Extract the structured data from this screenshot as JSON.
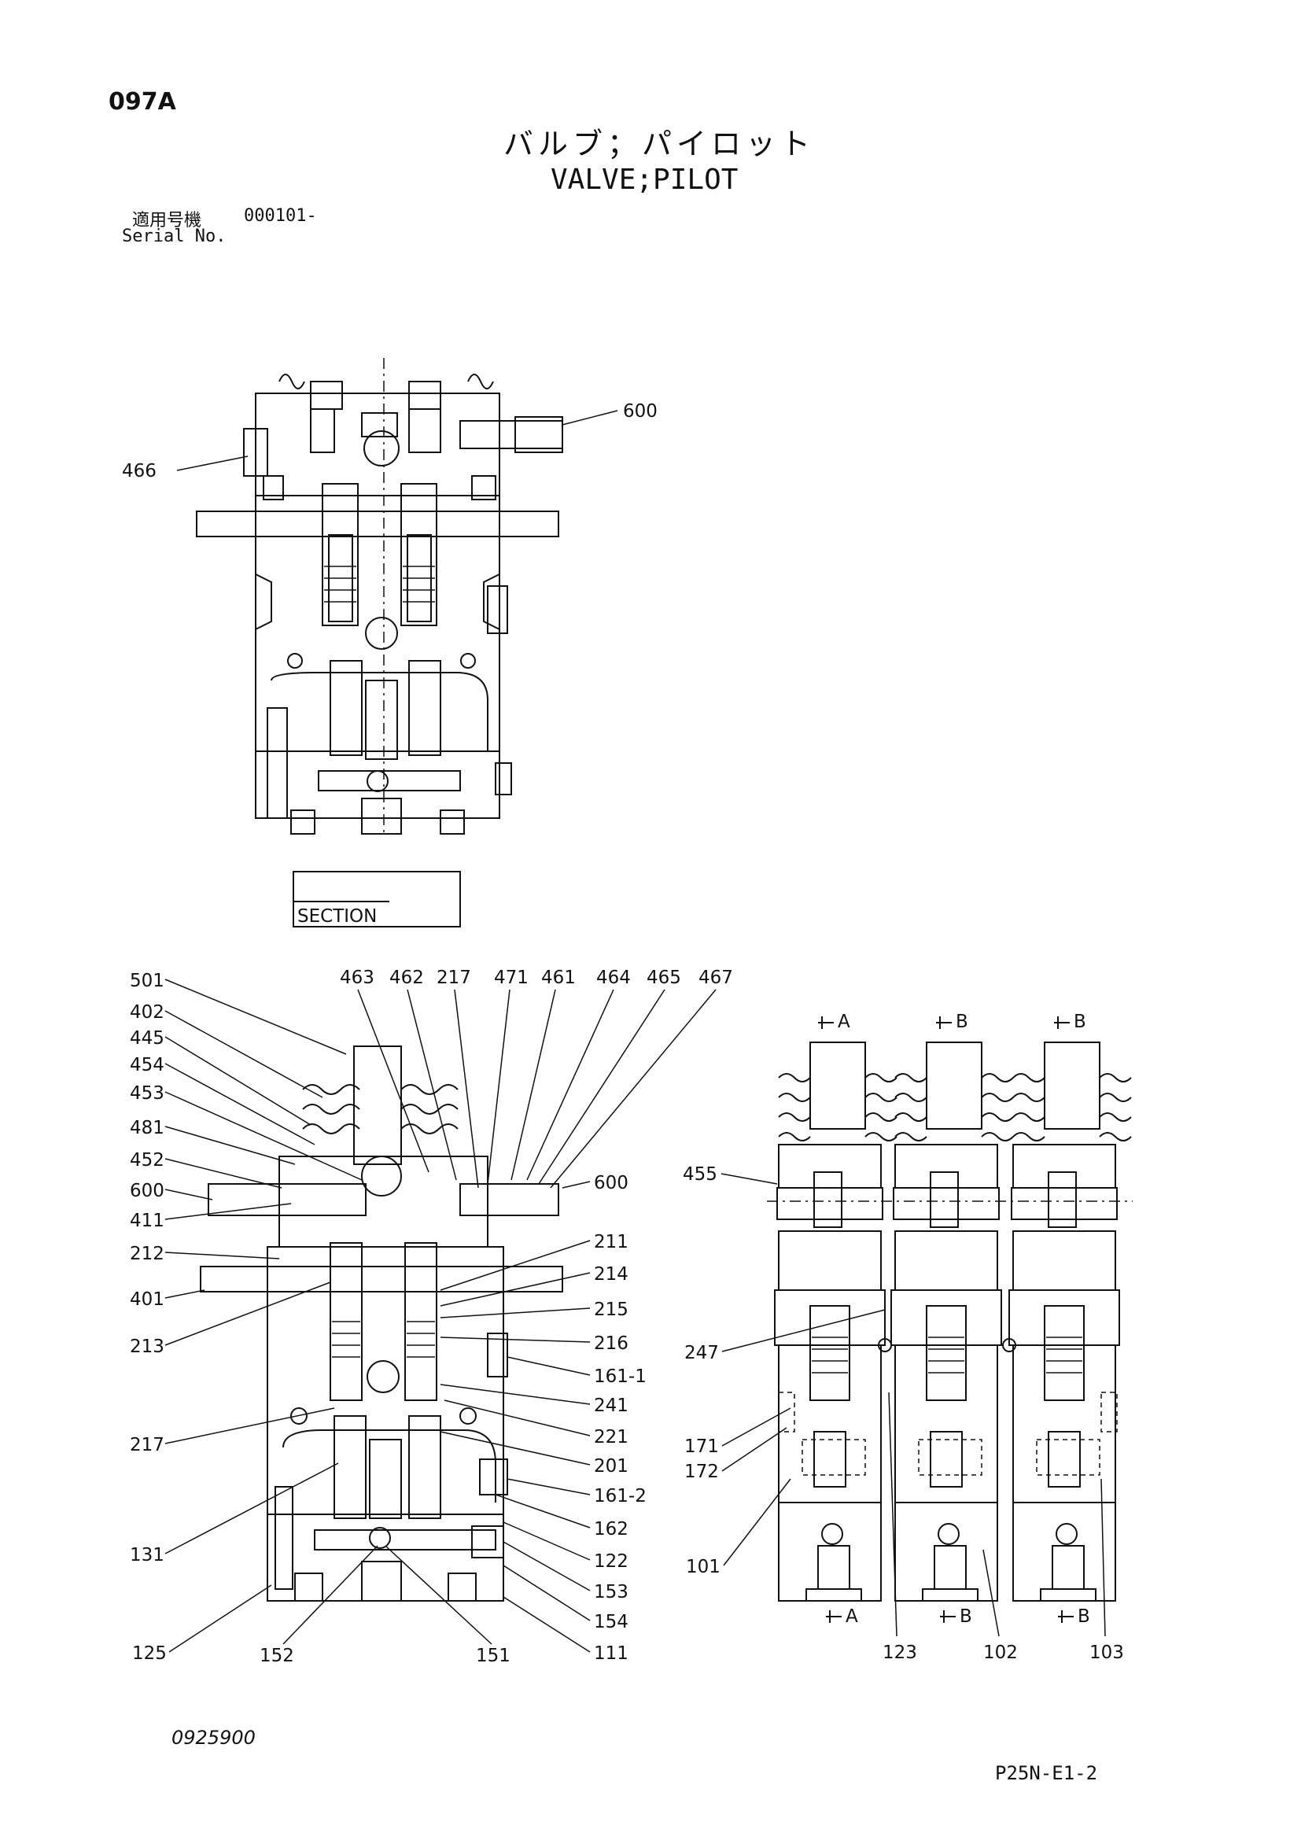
{
  "header": {
    "page_code": "097A",
    "title_jp": "バルブ；パイロット",
    "title_en": "VALVE;PILOT",
    "serial_label_jp": "適用号機",
    "serial_value": "000101-",
    "serial_label_en": "Serial No."
  },
  "section_box": {
    "label": "SECTION"
  },
  "top_view_callouts": [
    "600",
    "466"
  ],
  "bottom_left_callouts": {
    "left": [
      "501",
      "402",
      "445",
      "454",
      "453",
      "481",
      "452",
      "600",
      "411",
      "212",
      "401",
      "213",
      "217",
      "131",
      "125"
    ],
    "top": [
      "463",
      "462",
      "217",
      "471",
      "461",
      "464",
      "465",
      "467"
    ],
    "right": [
      "600",
      "211",
      "214",
      "215",
      "216",
      "161-1",
      "241",
      "221",
      "201",
      "161-2",
      "162",
      "122",
      "153",
      "154",
      "111"
    ],
    "bottom": [
      "152",
      "151"
    ]
  },
  "right_view": {
    "section_markers_top": [
      "A",
      "B",
      "B"
    ],
    "section_markers_bottom": [
      "A",
      "B",
      "B"
    ],
    "callouts_left": [
      "455",
      "247",
      "171",
      "172",
      "101"
    ],
    "callouts_bottom": [
      "123",
      "102",
      "103"
    ]
  },
  "footer": {
    "doc_number": "0925900",
    "page_ref": "P25N-E1-2"
  }
}
